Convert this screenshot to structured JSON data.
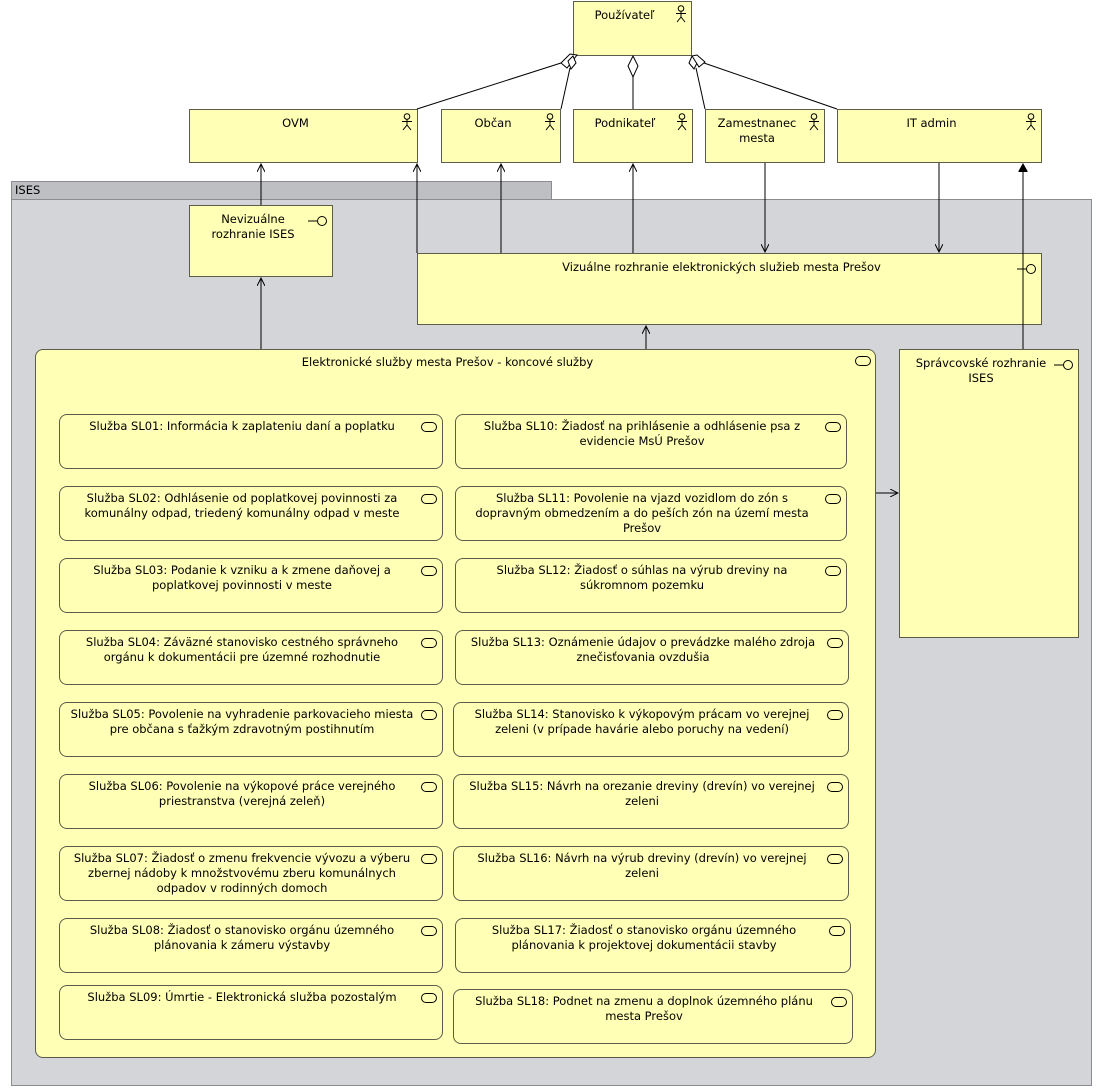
{
  "actors": {
    "pouzivatel": "Používateľ",
    "ovm": "OVM",
    "obcan": "Občan",
    "podnikatel": "Podnikateľ",
    "zamestnanec": "Zamestnanec mesta",
    "itadmin": "IT admin"
  },
  "ises": {
    "label": "ISES"
  },
  "interfaces": {
    "nevizualne": "Nevizuálne rozhranie ISES",
    "vizualne": "Vizuálne rozhranie elektronických služieb mesta Prešov",
    "spravcovske": "Správcovské rozhranie ISES"
  },
  "service_group": {
    "label": "Elektronické služby mesta Prešov - koncové služby"
  },
  "services_left": [
    "Služba SL01: Informácia k zaplateniu daní a poplatku",
    "Služba SL02: Odhlásenie od poplatkovej povinnosti za komunálny odpad, triedený komunálny odpad v meste",
    "Služba SL03: Podanie k vzniku a k zmene daňovej a poplatkovej povinnosti v meste",
    "Služba SL04: Záväzné stanovisko cestného správneho orgánu k dokumentácii pre územné rozhodnutie",
    "Služba SL05: Povolenie na vyhradenie parkovacieho miesta pre občana s ťažkým zdravotným postihnutím",
    "Služba SL06: Povolenie na výkopové práce verejného priestranstva (verejná zeleň)",
    "Služba SL07: Žiadosť o zmenu frekvencie vývozu a výberu zbernej nádoby k množstvovému zberu komunálnych odpadov v rodinných domoch",
    "Služba SL08: Žiadosť o stanovisko orgánu územného plánovania k zámeru výstavby",
    "Služba SL09: Úmrtie - Elektronická služba pozostalým"
  ],
  "services_right": [
    "Služba SL10: Žiadosť na prihlásenie a odhlásenie psa z evidencie MsÚ Prešov",
    "Služba SL11: Povolenie na vjazd vozidlom do zón s dopravným obmedzením a do peších zón na území mesta Prešov",
    "Služba SL12: Žiadosť o súhlas na výrub dreviny na súkromnom pozemku",
    "Služba SL13: Oznámenie údajov o prevádzke malého zdroja znečisťovania ovzdušia",
    "Služba SL14: Stanovisko k výkopovým prácam vo verejnej zeleni (v prípade havárie alebo poruchy na vedení)",
    "Služba SL15: Návrh na orezanie dreviny (drevín) vo verejnej zeleni",
    "Služba SL16: Návrh na výrub dreviny (drevín) vo verejnej zeleni",
    "Služba SL17: Žiadosť o stanovisko orgánu územného plánovania k projektovej dokumentácii stavby",
    "Služba SL18: Podnet na zmenu a doplnok územného plánu mesta Prešov"
  ]
}
